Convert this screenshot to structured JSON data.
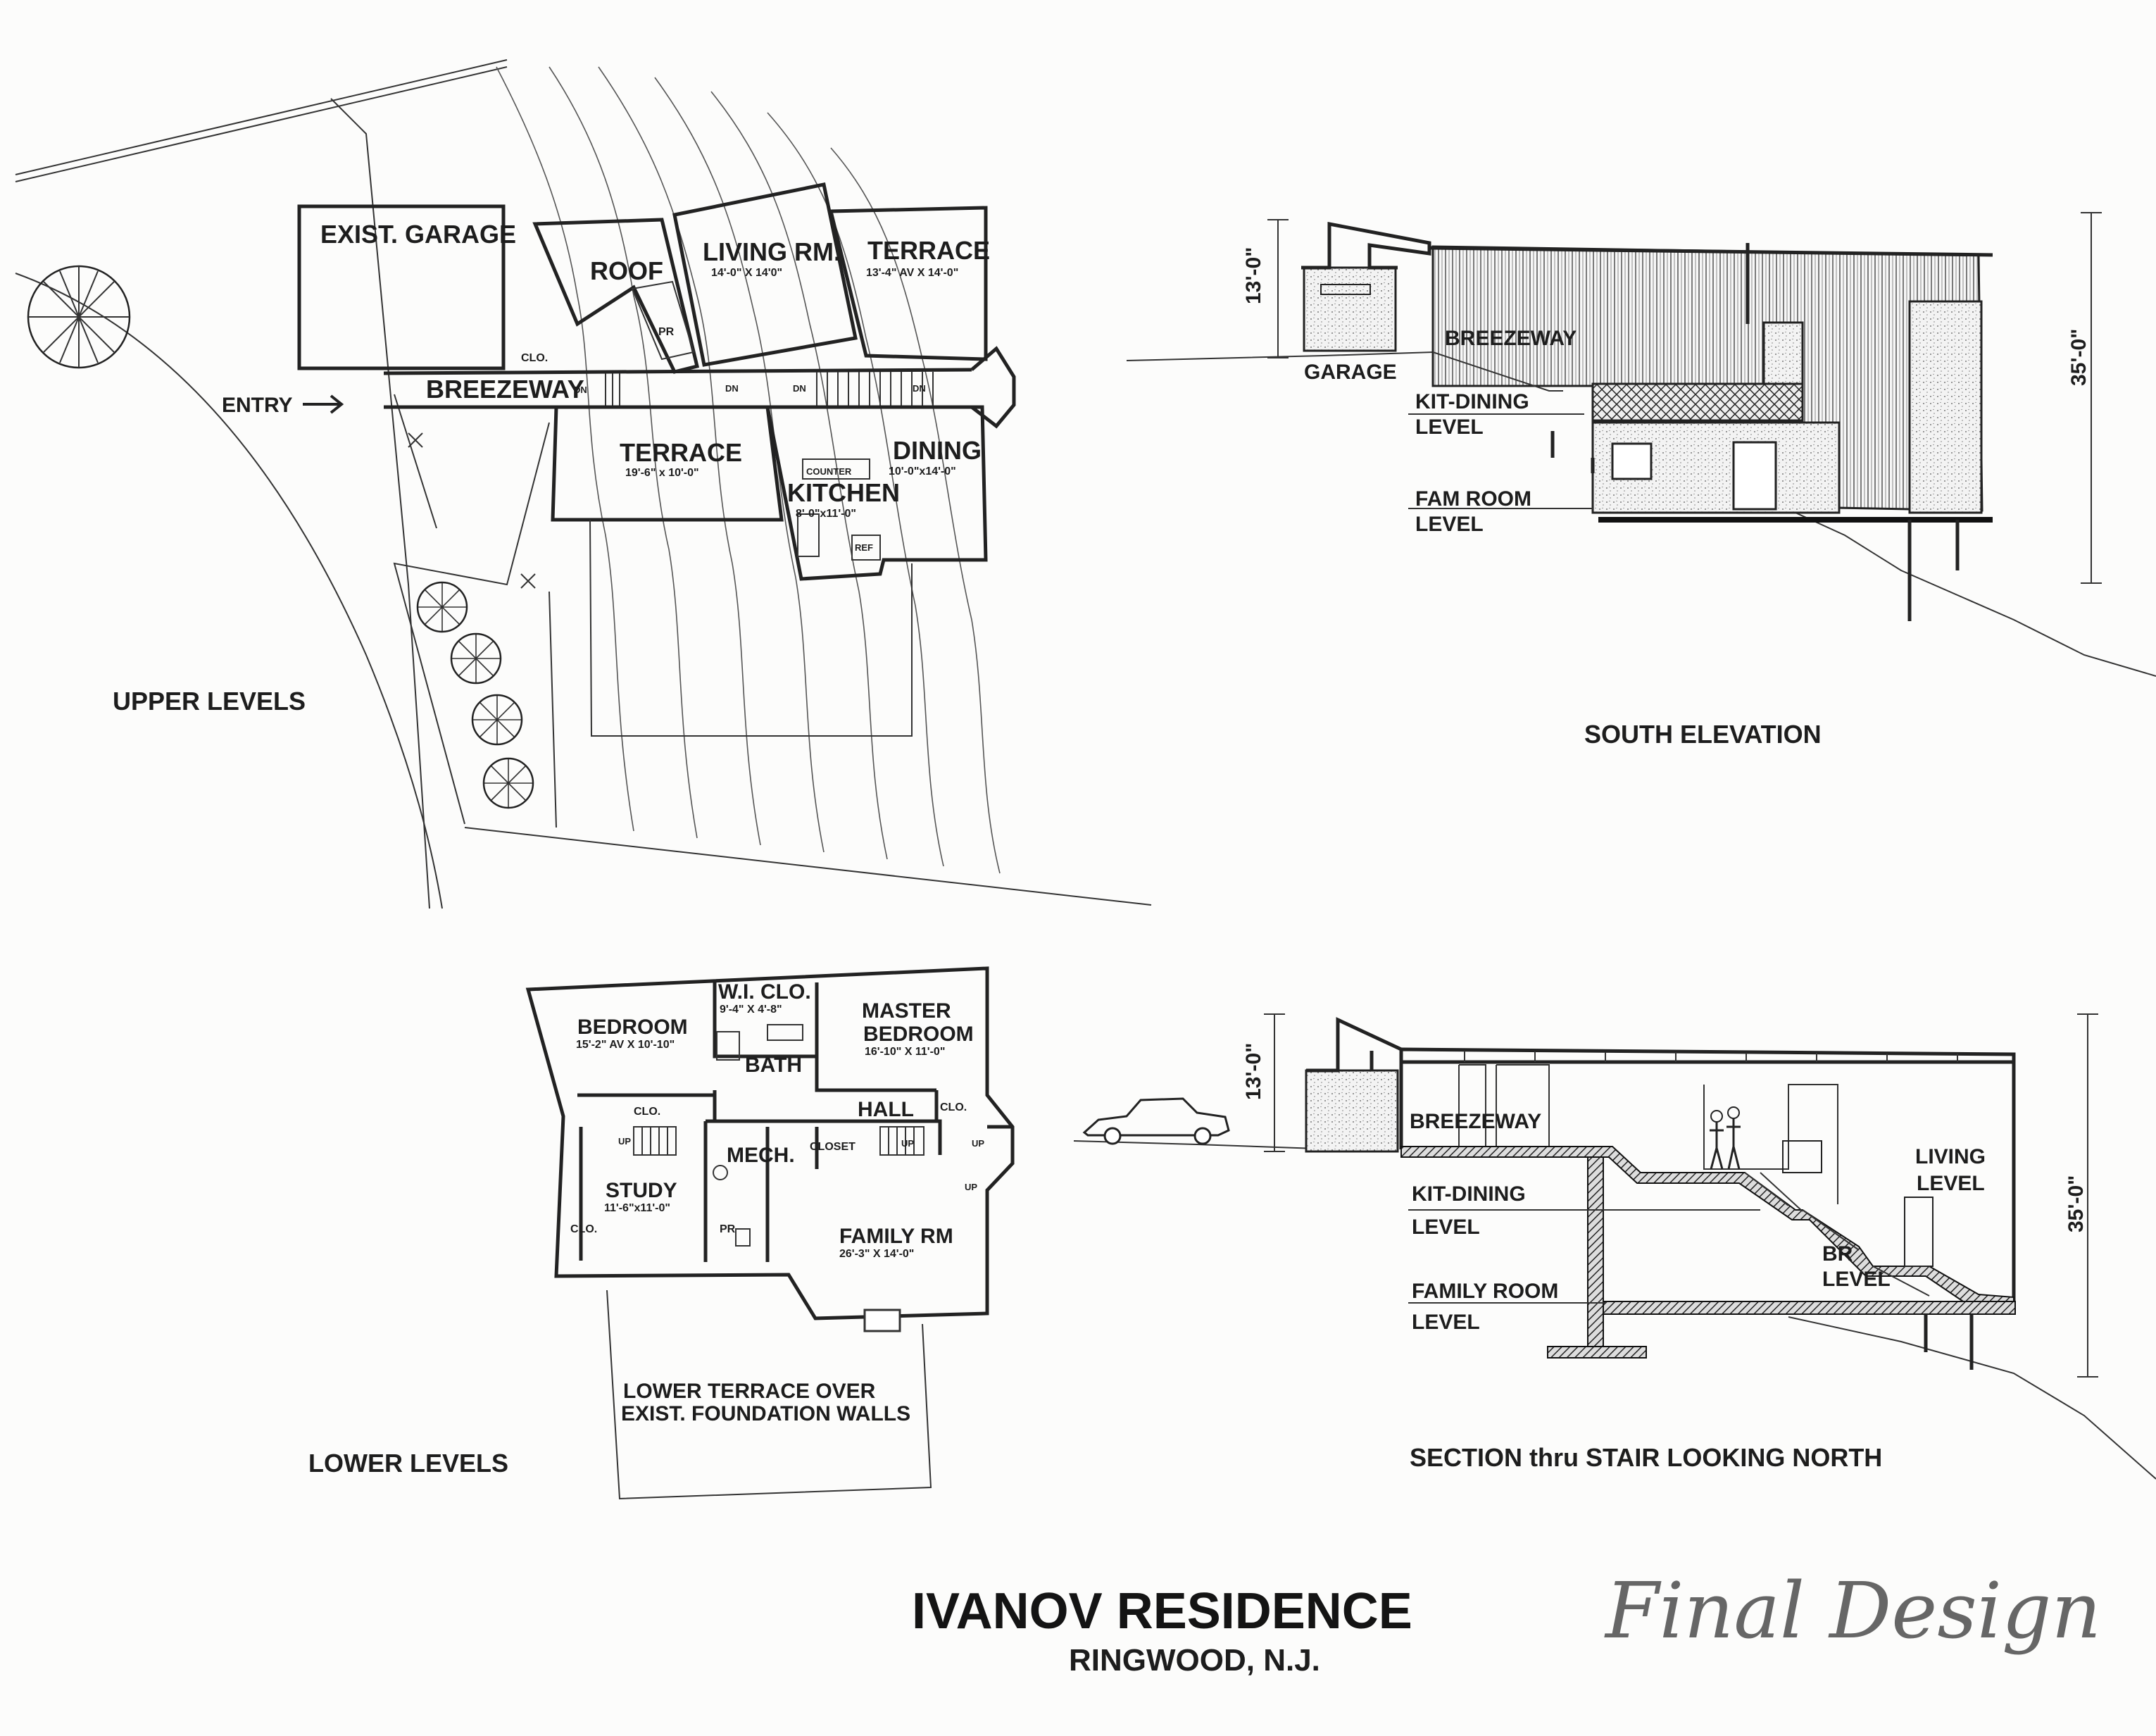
{
  "sheet": {
    "title": "IVANOV RESIDENCE",
    "subtitle": "RINGWOOD, N.J.",
    "handwritten_note": "Final Design"
  },
  "upper_plan": {
    "caption": "UPPER LEVELS",
    "entry": "ENTRY",
    "rooms": {
      "garage": "EXIST. GARAGE",
      "roof": "ROOF",
      "living": "LIVING RM.",
      "living_dim": "14'-0\" X 14'0\"",
      "terrace_upper": "TERRACE",
      "terrace_upper_dim": "13'-4\" AV X 14'-0\"",
      "breezeway": "BREEZEWAY",
      "closet": "CLO.",
      "powder": "PR",
      "terrace_lower": "TERRACE",
      "terrace_lower_dim": "19'-6\" x 10'-0\"",
      "dining": "DINING",
      "dining_dim": "10'-0\"x14'-0\"",
      "counter": "COUNTER",
      "kitchen": "KITCHEN",
      "kitchen_dim": "8'-0\"x11'-0\"",
      "fridge": "REF",
      "stairs_down": "DN"
    }
  },
  "lower_plan": {
    "caption": "LOWER LEVELS",
    "rooms": {
      "bedroom": "BEDROOM",
      "bedroom_dim": "15'-2\" AV X 10'-10\"",
      "wi_closet": "W.I. CLO.",
      "wi_closet_dim": "9'-4\" X 4'-8\"",
      "bath": "BATH",
      "master_1": "MASTER",
      "master_2": "BEDROOM",
      "master_dim": "16'-10\" X 11'-0\"",
      "hall": "HALL",
      "closet_a": "CLO.",
      "closet_b": "CLO.",
      "closet_c": "CLO.",
      "closet_big": "CLOSET",
      "mech": "MECH.",
      "study": "STUDY",
      "study_dim": "11'-6\"x11'-0\"",
      "powder": "PR",
      "family": "FAMILY RM",
      "family_dim": "26'-3\" X 14'-0\"",
      "stairs_up": "UP",
      "lower_terrace_1": "LOWER TERRACE OVER",
      "lower_terrace_2": "EXIST. FOUNDATION WALLS"
    }
  },
  "south_elevation": {
    "caption": "SOUTH ELEVATION",
    "dim_left": "13'-0\"",
    "dim_right": "35'-0\"",
    "labels": {
      "breezeway": "BREEZEWAY",
      "garage": "GARAGE",
      "kit_1": "KIT-DINING",
      "kit_2": "LEVEL",
      "fam_1": "FAM ROOM",
      "fam_2": "LEVEL"
    }
  },
  "section": {
    "caption": "SECTION thru STAIR  LOOKING NORTH",
    "dim_left": "13'-0\"",
    "dim_right": "35'-0\"",
    "labels": {
      "breezeway": "BREEZEWAY",
      "kit_1": "KIT-DINING",
      "kit_2": "LEVEL",
      "living_1": "LIVING",
      "living_2": "LEVEL",
      "br_1": "BR",
      "br_2": "LEVEL",
      "family_1": "FAMILY ROOM",
      "family_2": "LEVEL"
    }
  },
  "colors": {
    "ink": "#1d1d1d",
    "paper": "#fcfcfb",
    "pencil": "#666666"
  }
}
